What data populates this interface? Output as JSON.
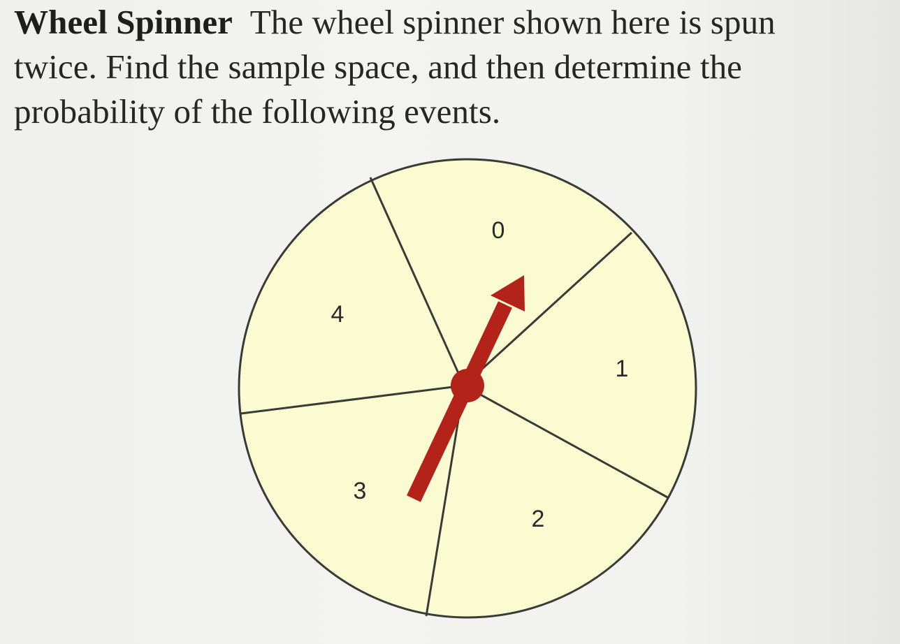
{
  "problem": {
    "title": "Wheel Spinner",
    "line1_rest": "The wheel spinner shown here is spun",
    "line2": "twice. Find the sample space, and then determine the",
    "line3": "probability of the following events."
  },
  "spinner": {
    "sectors": [
      {
        "label": "0"
      },
      {
        "label": "1"
      },
      {
        "label": "2"
      },
      {
        "label": "3"
      },
      {
        "label": "4"
      }
    ],
    "colors": {
      "face": "#fbfbd2",
      "outline": "#3a3a36",
      "pointer": "#b3231a"
    }
  }
}
